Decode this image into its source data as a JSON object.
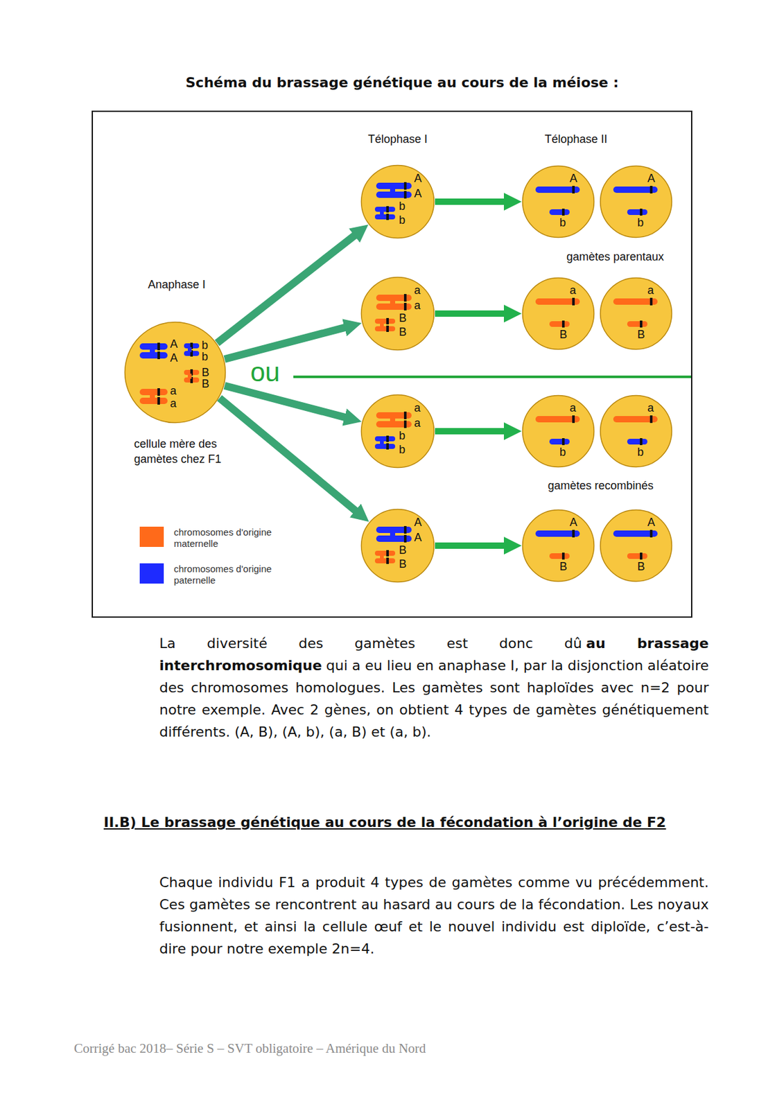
{
  "diagram": {
    "title": "Schéma du brassage génétique au cours de la méiose :",
    "nodes": [
      {
        "text": [
          "A",
          "b",
          "A",
          "b",
          "B",
          "B",
          "a",
          "a"
        ]
      },
      {
        "text": [
          "A",
          "b",
          "A",
          "b"
        ]
      },
      {
        "text": [
          "a",
          "B",
          "a",
          "B"
        ]
      },
      {
        "text": [
          "a",
          "b",
          "a",
          "b"
        ]
      },
      {
        "text": [
          "A",
          "B",
          "A",
          "B"
        ]
      },
      {
        "text": [
          "A",
          "b"
        ]
      },
      {
        "text": [
          "A",
          "b"
        ]
      },
      {
        "text": [
          "a",
          "B"
        ]
      },
      {
        "text": [
          "a",
          "B"
        ]
      },
      {
        "text": [
          "a",
          "b"
        ]
      },
      {
        "text": [
          "a",
          "b"
        ]
      },
      {
        "text": [
          "A",
          "B"
        ]
      },
      {
        "text": [
          "A",
          "B"
        ]
      }
    ],
    "edges": [
      {
        "from": 0,
        "to": 1,
        "arrow": "to"
      },
      {
        "from": 0,
        "to": 2,
        "arrow": "to"
      },
      {
        "from": 0,
        "to": 3,
        "arrow": "to"
      },
      {
        "from": 0,
        "to": 4,
        "arrow": "to"
      },
      {
        "from": 1,
        "to": 5,
        "arrow": "to"
      },
      {
        "from": 2,
        "to": 7,
        "arrow": "to"
      },
      {
        "from": 3,
        "to": 9,
        "arrow": "to"
      },
      {
        "from": 4,
        "to": 11,
        "arrow": "to"
      }
    ],
    "labels": [
      "Télophase I",
      "Télophase II",
      "Anaphase I",
      "ou",
      "gamètes parentaux",
      "cellule mère des gamètes chez F1",
      "gamètes recombinés",
      "La diversité des gamètes est donc dû",
      "au brassage interchromosomique",
      "qui a eu lieu en anaphase I, par la disjonction aléatoire des chromosomes homologues. Les gamètes sont haploïdes avec n=2 pour notre exemple. Avec 2 gènes, on obtient 4 types de gamètes génétiquement différents. (A, B), (A, b), (a, B) et (a, b).",
      "II.B) Le brassage génétique au cours de la fécondation à l’origine de F2",
      "Chaque individu F1 a produit 4 types de gamètes comme vu précédemment. Ces gamètes se rencontrent au hasard au cours de la fécondation. Les noyaux fusionnent, et ainsi la cellule œuf et le nouvel individu est diploïde, c’est-à-dire pour notre exemple 2n=4.",
      "Corrigé bac 2018– Série S – SVT obligatoire – Amérique du Nord"
    ],
    "legend": [
      {
        "text": "chromosomes d'origine maternelle",
        "color": "#ff6a1a"
      },
      {
        "text": "chromosomes d'origine paternelle",
        "color": "#1e2bff"
      }
    ]
  }
}
